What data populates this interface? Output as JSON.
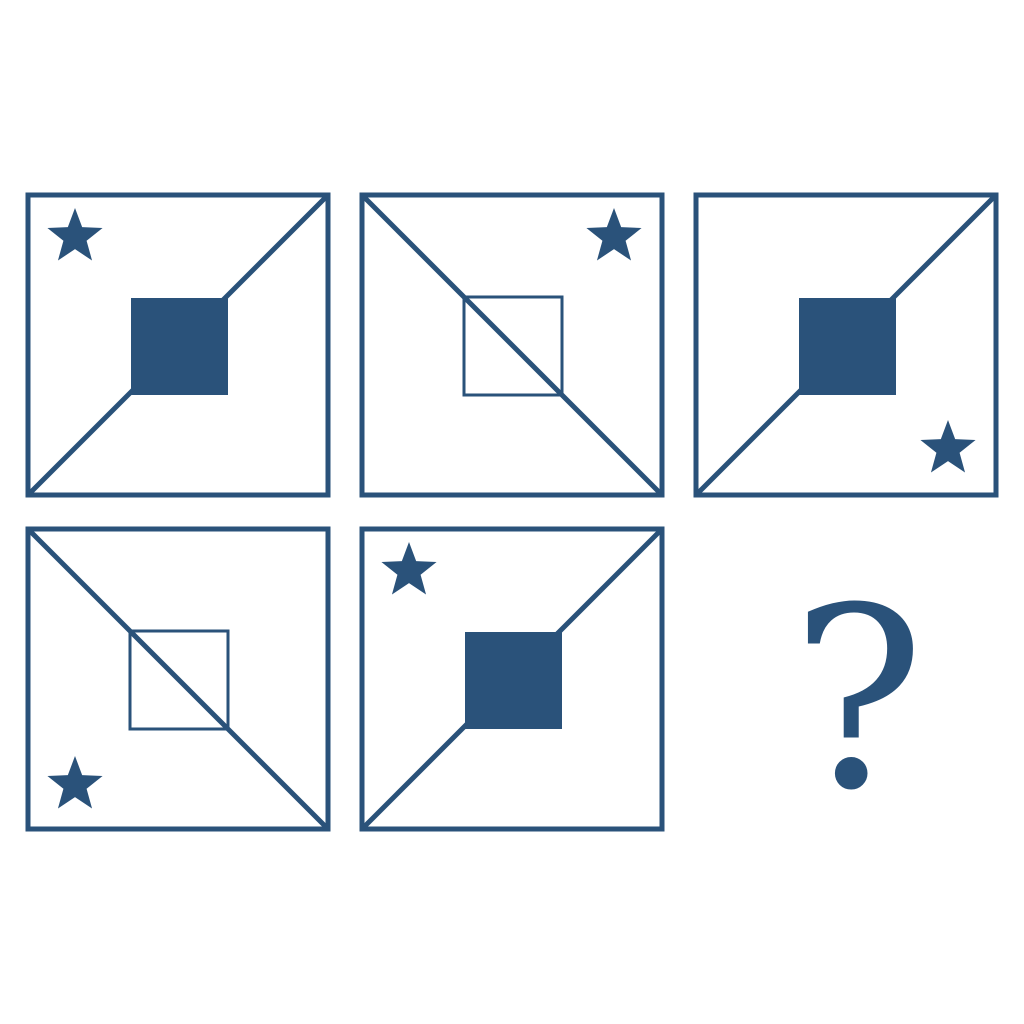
{
  "colors": {
    "ink": "#2a527a",
    "background": "#ffffff"
  },
  "panels": [
    {
      "id": 1,
      "diagonal": "bottom-left-to-top-right",
      "square": "filled",
      "star": "top-left"
    },
    {
      "id": 2,
      "diagonal": "top-left-to-bottom-right",
      "square": "outline",
      "star": "top-right"
    },
    {
      "id": 3,
      "diagonal": "bottom-left-to-top-right",
      "square": "filled",
      "star": "bottom-right"
    },
    {
      "id": 4,
      "diagonal": "top-left-to-bottom-right",
      "square": "outline",
      "star": "bottom-left"
    },
    {
      "id": 5,
      "diagonal": "bottom-left-to-top-right",
      "square": "filled",
      "star": "top-left"
    }
  ],
  "answer_slot": {
    "label": "?"
  }
}
